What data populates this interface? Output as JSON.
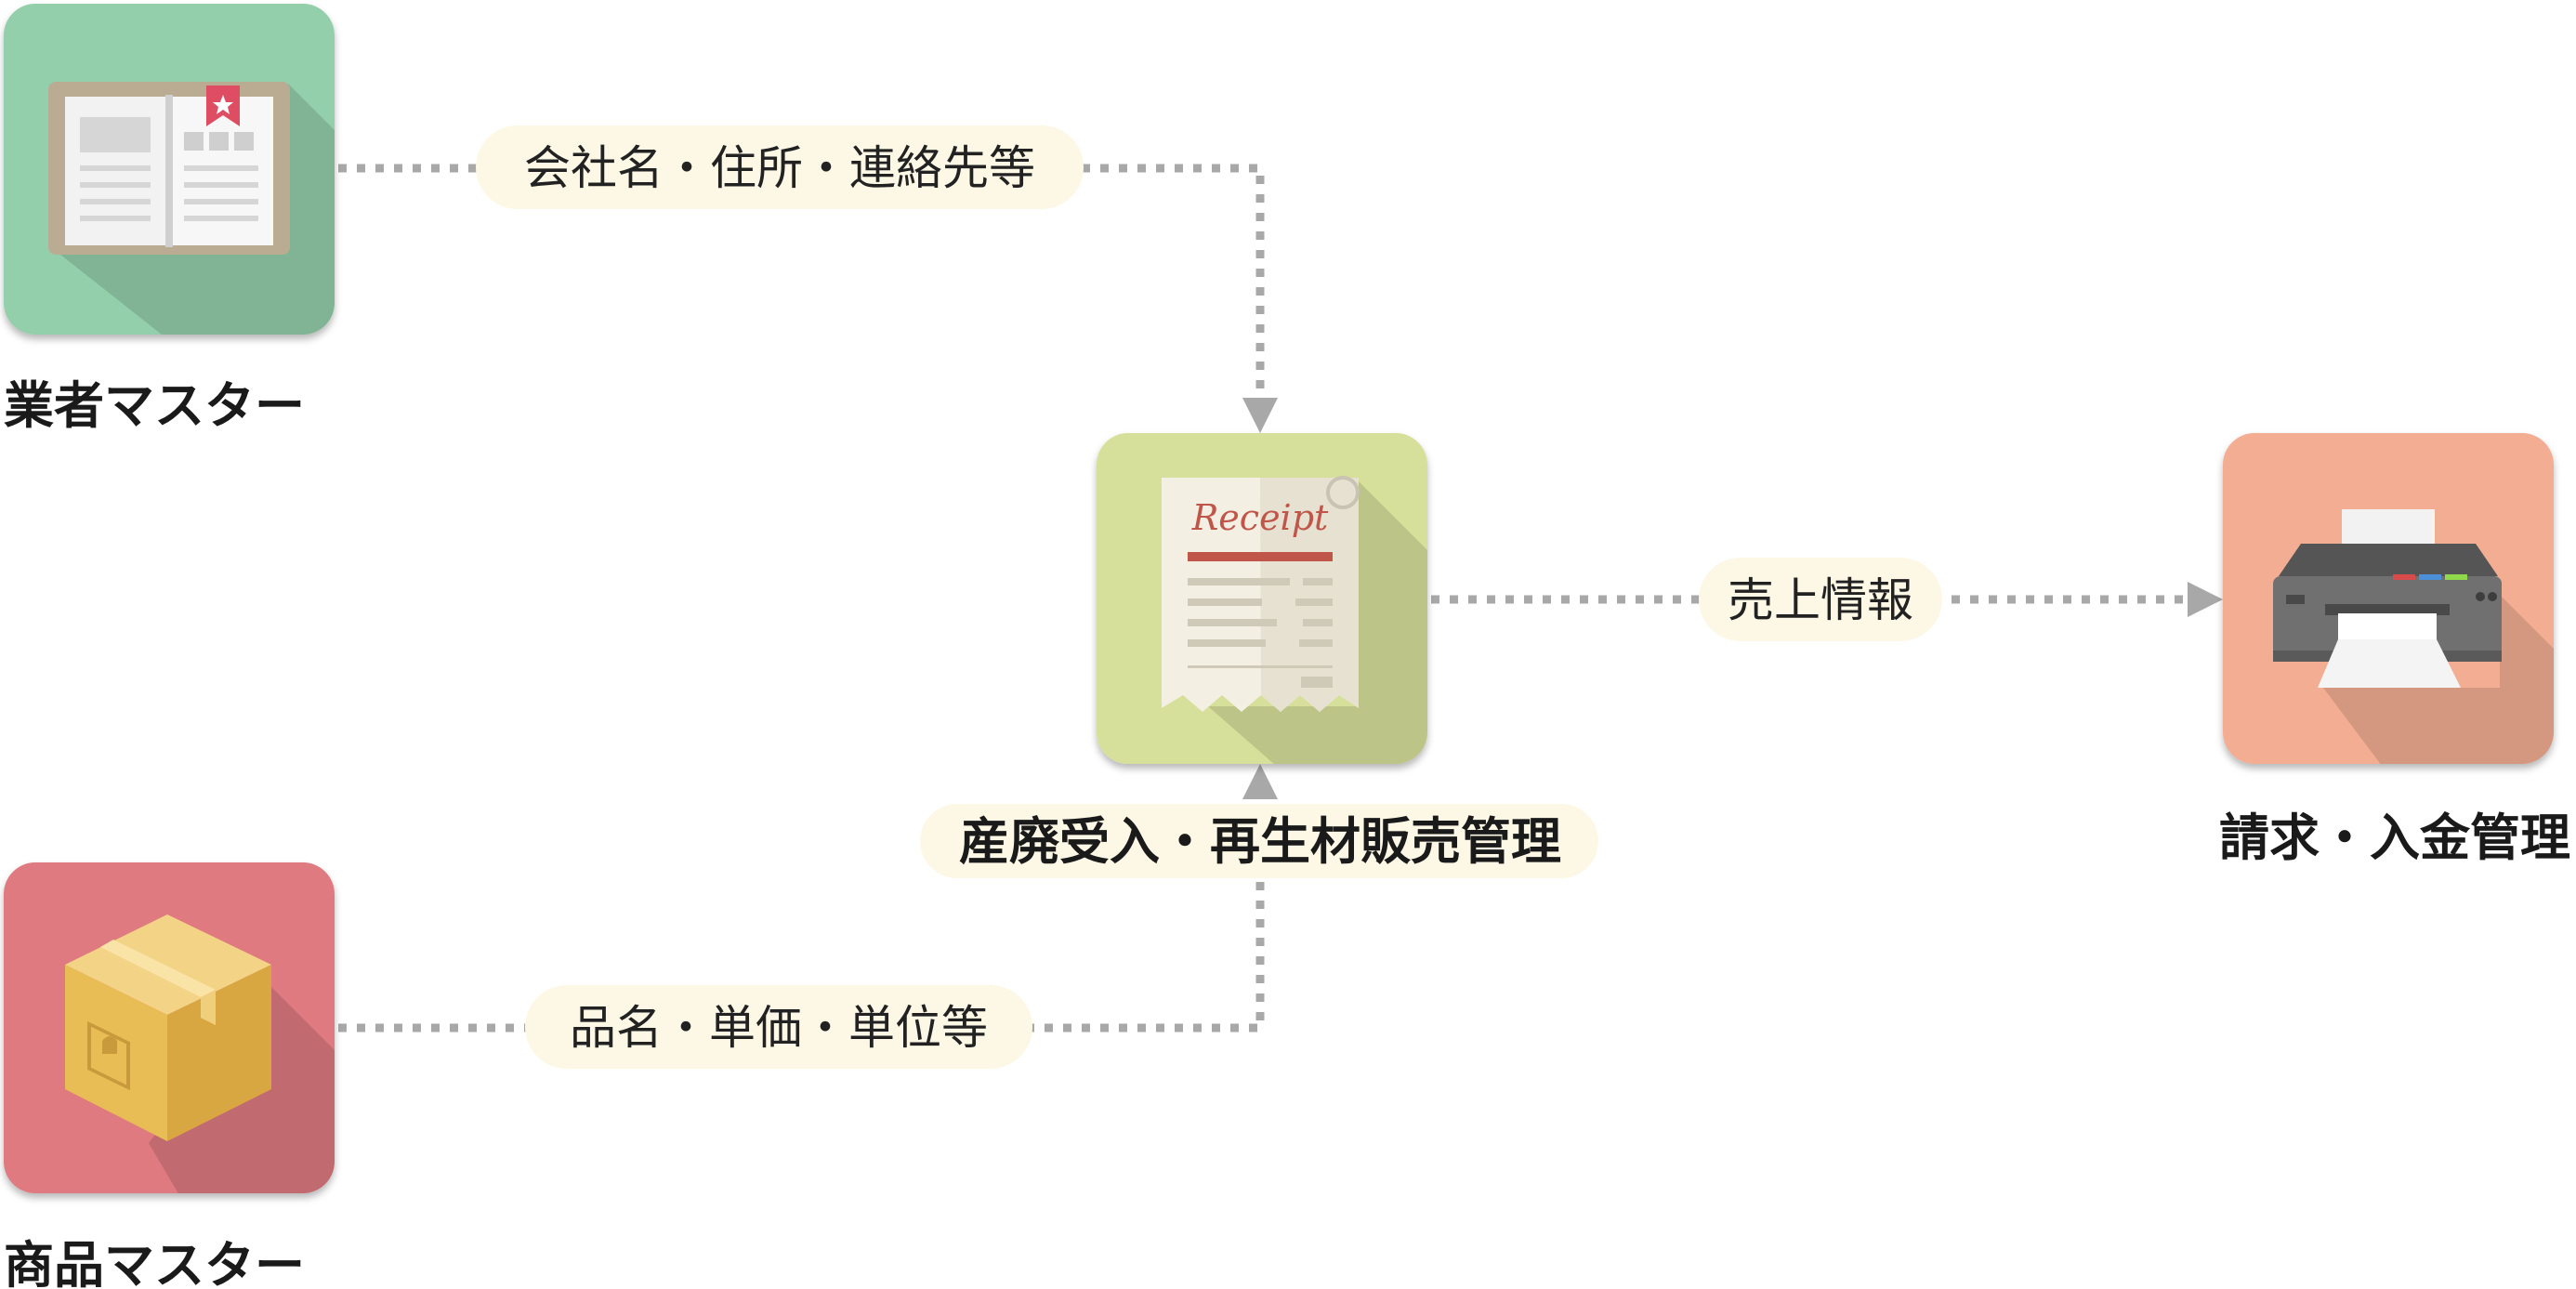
{
  "nodes": {
    "vendor_master": {
      "label": "業者マスター",
      "icon": "book-icon",
      "color": "#93cfab"
    },
    "product_master": {
      "label": "商品マスター",
      "icon": "box-icon",
      "color": "#de7a80"
    },
    "core_system": {
      "label": "産廃受入・再生材販売管理",
      "icon": "receipt-icon",
      "color": "#d6e09a"
    },
    "billing": {
      "label": "請求・入金管理",
      "icon": "printer-icon",
      "color": "#f2ad93"
    }
  },
  "receipt_icon_text": "Receipt",
  "edges": {
    "vendor_to_core": {
      "label": "会社名・住所・連絡先等"
    },
    "product_to_core": {
      "label": "品名・単価・単位等"
    },
    "core_to_billing": {
      "label": "売上情報"
    }
  },
  "colors": {
    "connector": "#a8a8a8",
    "label_background": "#fdf8e6"
  }
}
